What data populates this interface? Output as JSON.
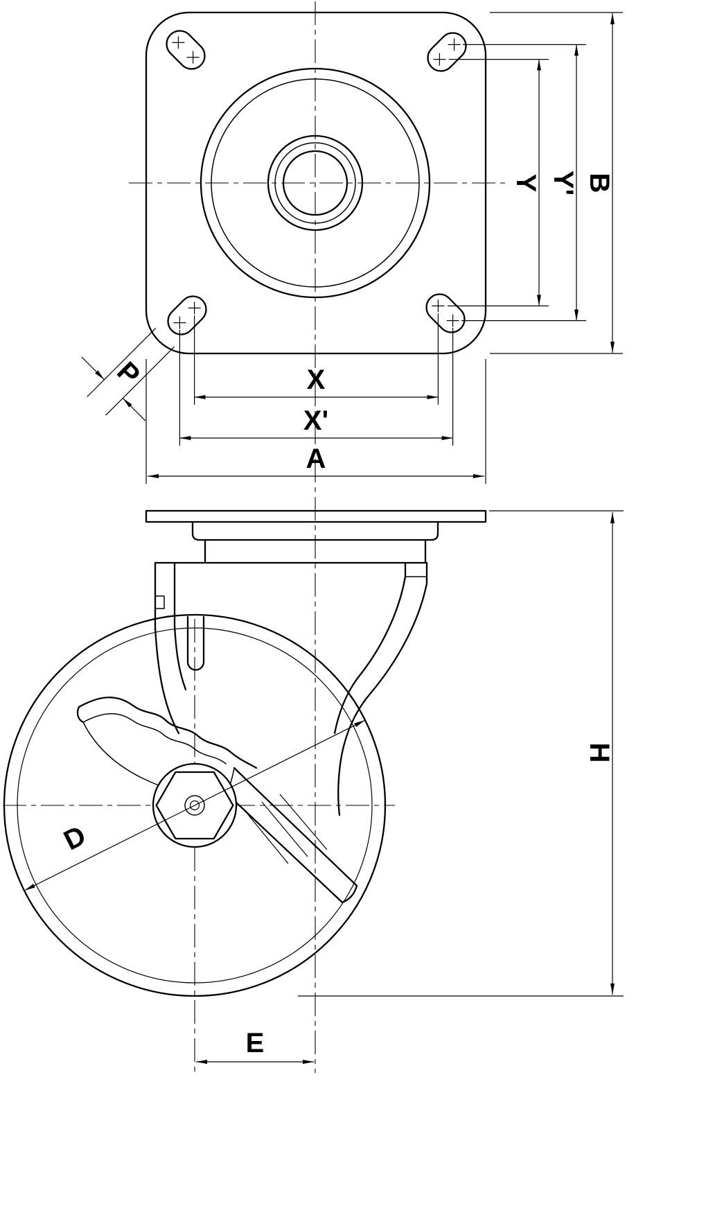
{
  "drawing": {
    "type": "technical-drawing",
    "subject": "swivel caster with four-bolt top plate and wheel brake, top view and side view",
    "colors": {
      "background": "#ffffff",
      "line": "#000000"
    },
    "labels": {
      "Y": "Y",
      "Y_prime": "Y'",
      "B": "B",
      "X": "X",
      "X_prime": "X'",
      "A": "A",
      "P": "P",
      "D": "D",
      "H": "H",
      "E": "E"
    }
  }
}
